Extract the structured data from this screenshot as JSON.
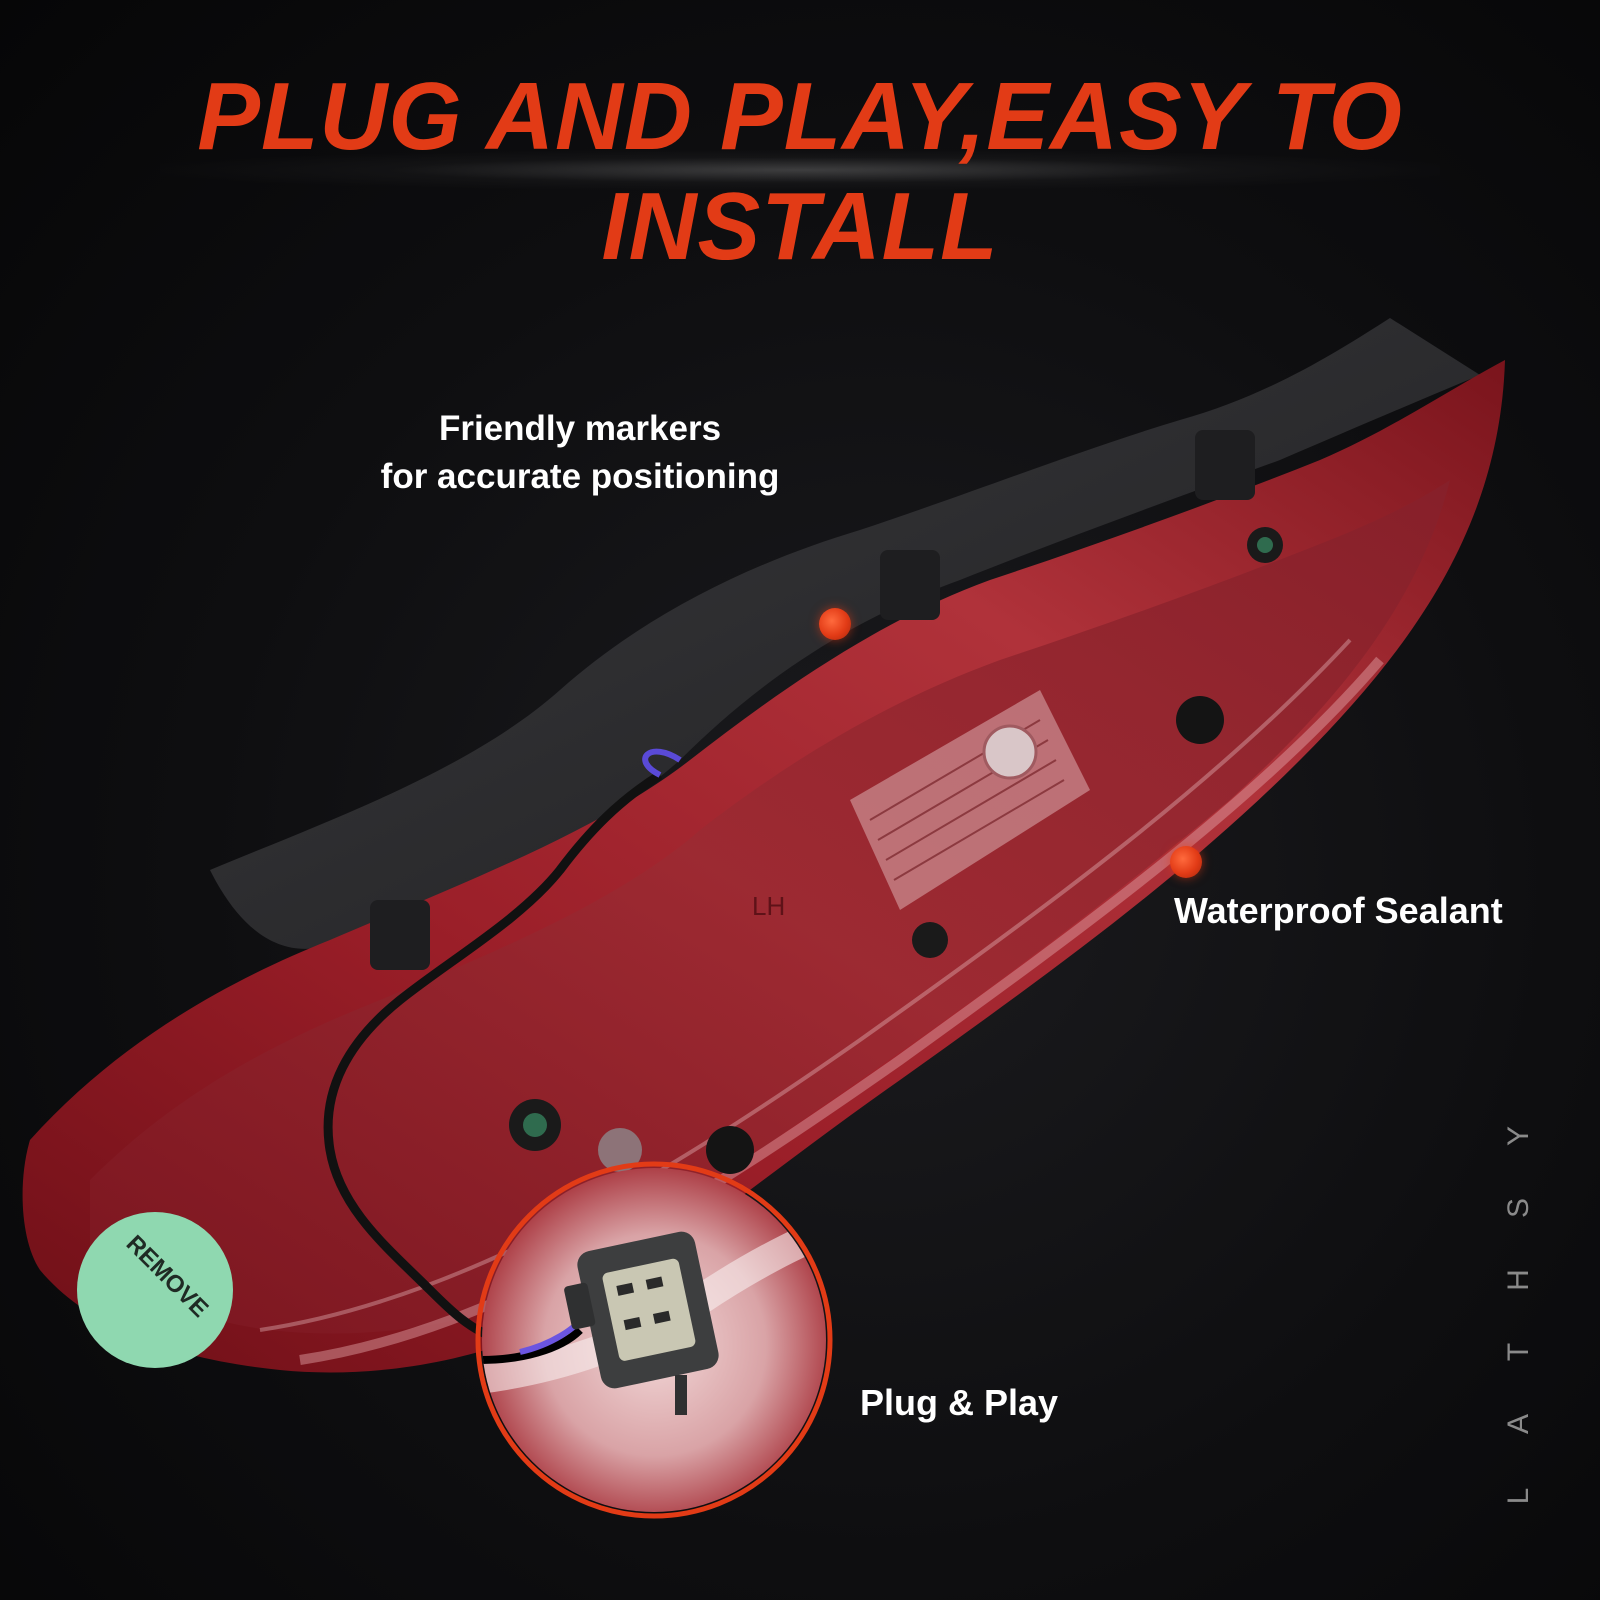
{
  "headline": "PLUG AND PLAY,EASY TO INSTALL",
  "features": {
    "markers_line1": "Friendly markers",
    "markers_line2": "for accurate positioning",
    "sealant": "Waterproof Sealant",
    "plug": "Plug & Play"
  },
  "product": {
    "sticker_text": "REMOVE",
    "side_marking": "LH"
  },
  "brand_watermark": "LATHSY",
  "colors": {
    "accent": "#e23b16",
    "background": "#0e0e10",
    "housing_red": "#8e1c24",
    "gasket": "#2a2a2c",
    "sticker_green": "#8fd8b0"
  }
}
